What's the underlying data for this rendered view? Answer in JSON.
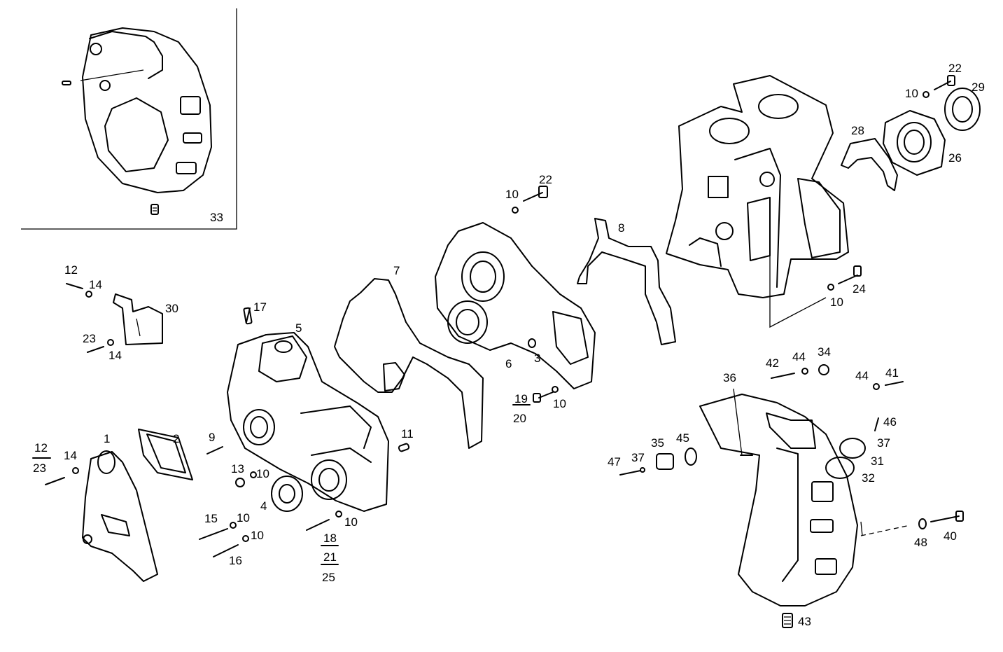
{
  "labels": {
    "p1": "1",
    "p2": "2",
    "p3": "3",
    "p4": "4",
    "p5": "5",
    "p6": "6",
    "p7": "7",
    "p8": "8",
    "p9": "9",
    "p10a": "10",
    "p10b": "10",
    "p10c": "10",
    "p10d": "10",
    "p10e": "10",
    "p10f": "10",
    "p10g": "10",
    "p10h": "10",
    "p11": "11",
    "p12a": "12",
    "p12b": "12",
    "p13": "13",
    "p14a": "14",
    "p14b": "14",
    "p14c": "14",
    "p15": "15",
    "p16": "16",
    "p17": "17",
    "p18": "18",
    "p19": "19",
    "p20": "20",
    "p21": "21",
    "p22a": "22",
    "p22b": "22",
    "p23a": "23",
    "p23b": "23",
    "p24": "24",
    "p25": "25",
    "p26": "26",
    "p28": "28",
    "p29": "29",
    "p30": "30",
    "p31": "31",
    "p32": "32",
    "p33": "33",
    "p34": "34",
    "p35": "35",
    "p36": "36",
    "p37a": "37",
    "p37b": "37",
    "p40": "40",
    "p41": "41",
    "p42": "42",
    "p43": "43",
    "p44a": "44",
    "p44b": "44",
    "p45": "45",
    "p46": "46",
    "p47": "47",
    "p48": "48"
  }
}
